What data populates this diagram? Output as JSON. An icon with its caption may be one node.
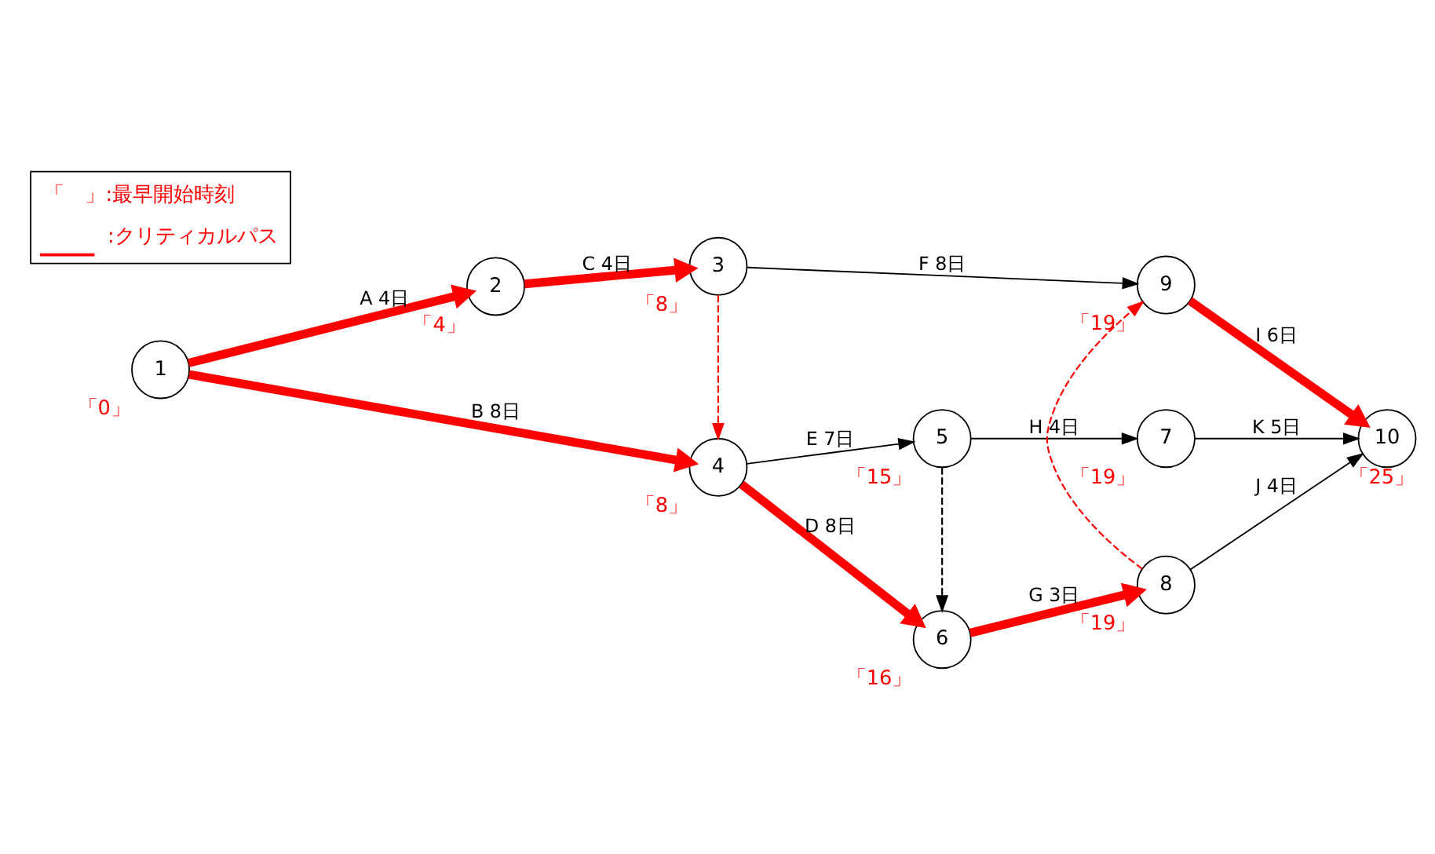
{
  "diagram": {
    "nodes": [
      {
        "text": [
          "1"
        ],
        "beside": [
          "「0」"
        ]
      },
      {
        "text": [
          "2"
        ],
        "beside": [
          "「4」"
        ]
      },
      {
        "text": [
          "3"
        ],
        "beside": [
          "「8」"
        ]
      },
      {
        "text": [
          "4"
        ],
        "beside": [
          "「8」"
        ]
      },
      {
        "text": [
          "5"
        ],
        "beside": [
          "「15」"
        ]
      },
      {
        "text": [
          "6"
        ],
        "beside": [
          "「16」"
        ]
      },
      {
        "text": [
          "7"
        ],
        "beside": [
          "「19」"
        ]
      },
      {
        "text": [
          "8"
        ],
        "beside": [
          "「19」"
        ]
      },
      {
        "text": [
          "9"
        ],
        "beside": [
          "「19」"
        ]
      },
      {
        "text": [
          "10"
        ],
        "beside": [
          "「25」"
        ]
      }
    ],
    "edges": [
      {
        "from": 0,
        "to": 1,
        "arrow": "to",
        "label": "A 4日",
        "style": "thick",
        "color": "#ff0000"
      },
      {
        "from": 1,
        "to": 2,
        "arrow": "to",
        "label": "C 4日",
        "style": "thick",
        "color": "#ff0000"
      },
      {
        "from": 2,
        "to": 8,
        "arrow": "to",
        "label": "F 8日",
        "color": "#000000"
      },
      {
        "from": 0,
        "to": 3,
        "arrow": "to",
        "label": "B 8日",
        "style": "thick",
        "color": "#ff0000"
      },
      {
        "from": 2,
        "to": 3,
        "arrow": "to",
        "style": "dashed",
        "color": "#ff0000"
      },
      {
        "from": 3,
        "to": 5,
        "arrow": "to",
        "label": "D 8日",
        "style": "thick",
        "color": "#ff0000"
      },
      {
        "from": 5,
        "to": 7,
        "arrow": "to",
        "label": "G 3日",
        "style": "thick",
        "color": "#ff0000"
      },
      {
        "from": 7,
        "to": 8,
        "arrow": "to",
        "style": "dashed",
        "color": "#ff0000"
      },
      {
        "from": 8,
        "to": 9,
        "arrow": "to",
        "label": "I 6日",
        "style": "thick",
        "color": "#ff0000"
      },
      {
        "from": 7,
        "to": 9,
        "arrow": "to",
        "label": "J 4日",
        "color": "#000000"
      },
      {
        "from": 3,
        "to": 4,
        "arrow": "to",
        "label": "E 7日",
        "color": "#000000"
      },
      {
        "from": 4,
        "to": 5,
        "arrow": "to",
        "style": "dashed",
        "color": "#000000"
      },
      {
        "from": 4,
        "to": 6,
        "arrow": "to",
        "label": "H 4日",
        "color": "#000000"
      },
      {
        "from": 6,
        "to": 9,
        "arrow": "to",
        "label": "K 5日",
        "color": "#000000"
      }
    ],
    "legend": [
      {
        "text": "「　」:最早開始時刻"
      },
      {
        "text": ":クリティカルパス"
      }
    ]
  }
}
